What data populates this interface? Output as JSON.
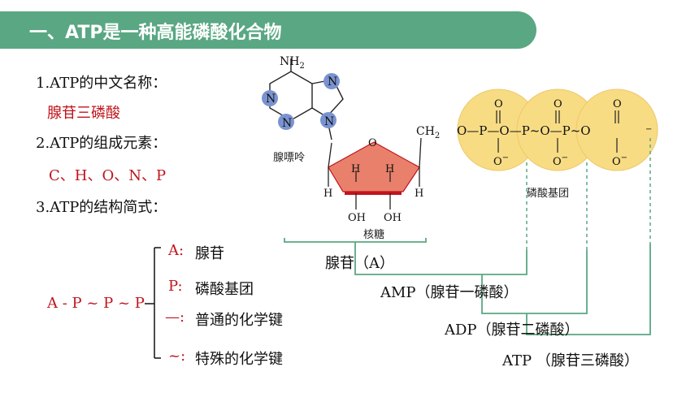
{
  "title": "一、ATP是一种高能磷酸化合物",
  "questions": {
    "q1": "1.ATP的中文名称：",
    "a1": "腺苷三磷酸",
    "q2": "2.ATP的组成元素：",
    "a2": "C、H、O、N、P",
    "q3": "3.ATP的结构简式："
  },
  "formula": "A - P ~ P ~ P",
  "legend": [
    {
      "symbol": "A:",
      "meaning": "腺苷"
    },
    {
      "symbol": "P:",
      "meaning": "磷酸基团"
    },
    {
      "symbol": "—:",
      "meaning": "普通的化学键"
    },
    {
      "symbol": "~:",
      "meaning": "特殊的化学键"
    }
  ],
  "diagram": {
    "nh2": "NH",
    "nh2_sub": "2",
    "n1": "N",
    "n2": "N",
    "n3": "N",
    "n4": "N",
    "adenine_label": "腺嘌呤",
    "ring_o": "O",
    "ring_h1": "H",
    "ring_h2": "H",
    "ring_h3": "H",
    "ring_h4": "H",
    "oh1": "OH",
    "oh2": "OH",
    "ribose_label": "核糖",
    "ch2": "CH",
    "ch2_sub": "2",
    "chain": "O—P—O—P~O—P~O",
    "o_top": "O",
    "o_bottom": "O",
    "minus": "−",
    "phosphate_label": "磷酸基团"
  },
  "brackets": {
    "adenosine": "腺苷（A）",
    "amp": "AMP（腺苷一磷酸）",
    "adp": "ADP（腺苷二磷酸）",
    "atp": "ATP （腺苷三磷酸）"
  },
  "colors": {
    "title_bg": "#5aa783",
    "accent_red": "#c0141c",
    "bracket_green": "#5aa783",
    "phosphate_fill": "#f7dc84",
    "ribose_fill": "#e9806b",
    "atom_blue": "#7a93d0"
  }
}
